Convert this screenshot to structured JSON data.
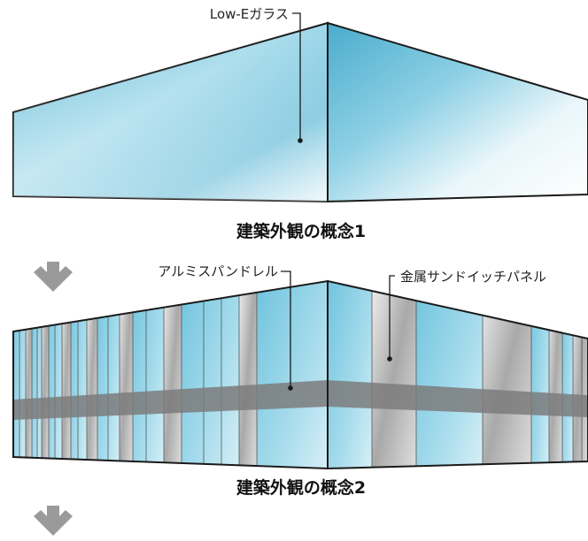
{
  "concept1": {
    "caption": "建築外観の概念1",
    "callout_glass": "Low-Eガラス"
  },
  "concept2": {
    "caption": "建築外観の概念2",
    "callout_aluminum": "アルミスパンドレル",
    "callout_metal": "金属サンドイッチパネル"
  },
  "colors": {
    "glass_light": "#e8f6fb",
    "glass_mid": "#8fcfe3",
    "glass_dark": "#4fb0cf",
    "metal_light": "#eeeeee",
    "metal_dark": "#8a8a8a",
    "band": "#7b7b7b",
    "arrow": "#9a9a9a",
    "outline": "#1a1a1a"
  },
  "icons": [
    "arrow-down-icon"
  ]
}
